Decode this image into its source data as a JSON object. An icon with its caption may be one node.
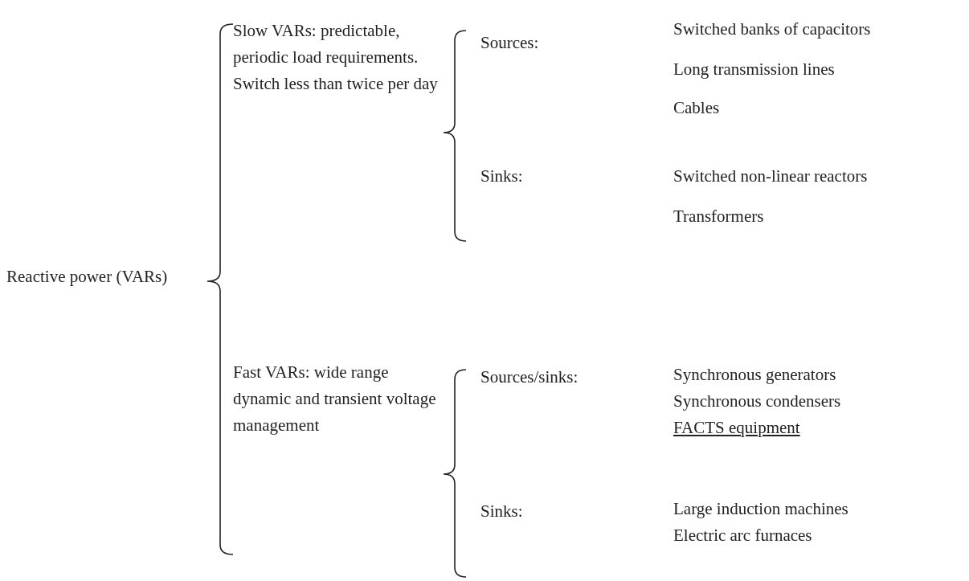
{
  "diagram": {
    "labels": [
      "Reactive power (VARs)",
      "Slow VARs: predictable, periodic load requirements. Switch less than twice per day",
      "Sources:",
      "Switched banks of capacitors",
      "Long transmission lines",
      "Cables",
      "Sinks:",
      "Switched non-linear reactors",
      "Transformers",
      "Fast VARs: wide range dynamic and transient voltage management",
      "Sources/sinks:",
      "Synchronous generators",
      "Synchronous condensers",
      "FACTS equipment",
      "Sinks:",
      "Large induction machines",
      "Electric arc furnaces"
    ]
  }
}
